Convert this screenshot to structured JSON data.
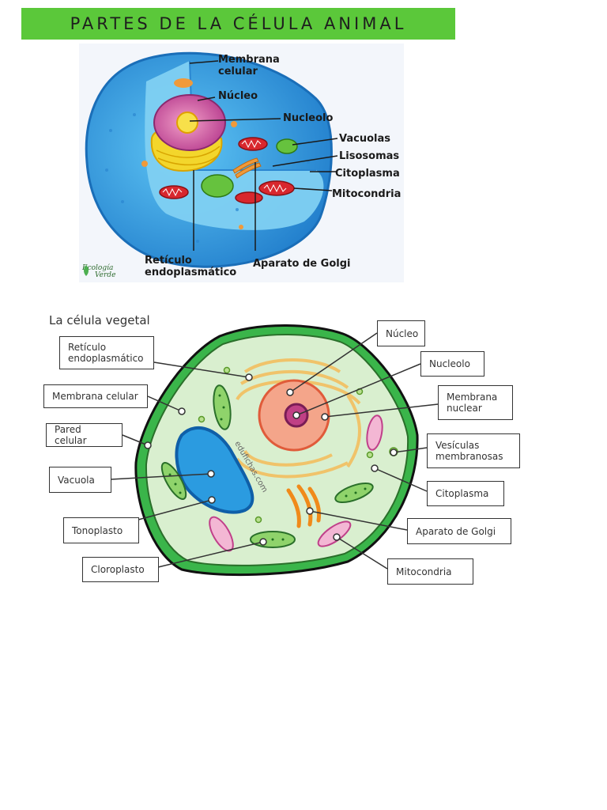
{
  "animal": {
    "title": "PARTES DE LA CÉLULA ANIMAL",
    "labels": {
      "membrana_1": "Membrana",
      "membrana_2": "celular",
      "nucleo": "Núcleo",
      "nucleolo": "Nucleolo",
      "vacuolas": "Vacuolas",
      "lisosomas": "Lisosomas",
      "citoplasma": "Citoplasma",
      "mitocondria": "Mitocondria",
      "reticulo_1": "Retículo",
      "reticulo_2": "endoplasmático",
      "golgi": "Aparato de Golgi"
    },
    "logo": {
      "line1": "Ecología",
      "line2": "Verde"
    },
    "colors": {
      "banner": "#5bc83a",
      "membrane": "#2f8fd8"
    }
  },
  "plant": {
    "title": "La célula vegetal",
    "watermark": "edufichas.com",
    "labels": {
      "reticulo": "Retículo endoplasmático",
      "membrana_celular": "Membrana celular",
      "pared_celular": "Pared celular",
      "vacuola": "Vacuola",
      "tonoplasto": "Tonoplasto",
      "cloroplasto": "Cloroplasto",
      "nucleo": "Núcleo",
      "nucleolo": "Nucleolo",
      "membrana_nuclear": "Membrana nuclear",
      "vesiculas": "Vesículas membranosas",
      "citoplasma": "Citoplasma",
      "golgi": "Aparato de Golgi",
      "mitocondria": "Mitocondria"
    },
    "colors": {
      "wall": "#3ab54a",
      "cytoplasm": "#d9efcf",
      "vacuole": "#2b9be0"
    }
  }
}
